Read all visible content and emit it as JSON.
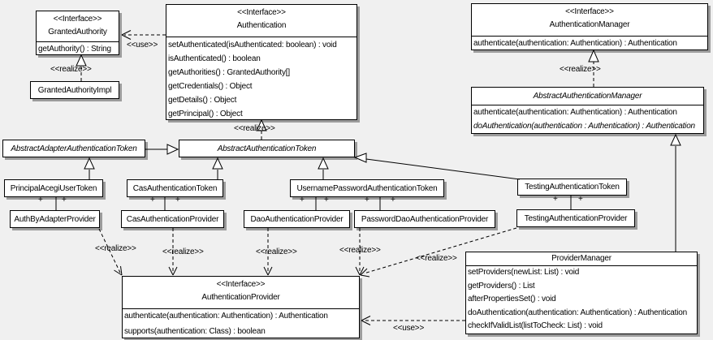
{
  "colors": {
    "background": "#f0f0f0",
    "box_fill": "#ffffff",
    "line": "#000000",
    "shadow": "#9c9c9c"
  },
  "labels": {
    "realize": "<<realize>>",
    "use": "<<use>>",
    "plus": "+"
  },
  "classes": {
    "granted_authority": {
      "stereotype": "<<Interface>>",
      "name": "GrantedAuthority",
      "methods": [
        "getAuthority() : String"
      ]
    },
    "granted_authority_impl": {
      "name": "GrantedAuthorityImpl"
    },
    "authentication": {
      "stereotype": "<<Interface>>",
      "name": "Authentication",
      "methods": [
        "setAuthenticated(isAuthenticated: boolean) : void",
        "isAuthenticated() : boolean",
        "getAuthorities() : GrantedAuthority[]",
        "getCredentials() : Object",
        "getDetails() : Object",
        "getPrincipal() : Object"
      ]
    },
    "authentication_manager": {
      "stereotype": "<<Interface>>",
      "name": "AuthenticationManager",
      "methods": [
        "authenticate(authentication: Authentication) : Authentication"
      ]
    },
    "abstract_authentication_manager": {
      "name": "AbstractAuthenticationManager",
      "methods": [
        "authenticate(authentication: Authentication) : Authentication",
        "doAuthentication(authentication : Authentication) : Authentication"
      ]
    },
    "abstract_adapter_authentication_token": {
      "name": "AbstractAdapterAuthenticationToken"
    },
    "abstract_authentication_token": {
      "name": "AbstractAuthenticationToken"
    },
    "principal_acegi_user_token": {
      "name": "PrincipalAcegiUserToken"
    },
    "cas_authentication_token": {
      "name": "CasAuthenticationToken"
    },
    "username_password_authentication_token": {
      "name": "UsernamePasswordAuthenticationToken"
    },
    "testing_authentication_token": {
      "name": "TestingAuthenticationToken"
    },
    "auth_by_adapter_provider": {
      "name": "AuthByAdapterProvider"
    },
    "cas_authentication_provider": {
      "name": "CasAuthenticationProvider"
    },
    "dao_authentication_provider": {
      "name": "DaoAuthenticationProvider"
    },
    "password_dao_authentication_provider": {
      "name": "PasswordDaoAuthenticationProvider"
    },
    "testing_authentication_provider": {
      "name": "TestingAuthenticationProvider"
    },
    "authentication_provider": {
      "stereotype": "<<Interface>>",
      "name": "AuthenticationProvider",
      "methods": [
        "authenticate(authentication: Authentication) : Authentication",
        "supports(authentication: Class) : boolean"
      ]
    },
    "provider_manager": {
      "name": "ProviderManager",
      "methods": [
        "setProviders(newList: List) : void",
        "getProviders() : List",
        "afterPropertiesSet() : void",
        "doAuthentication(authentication: Authentication) : Authentication",
        "checkIfValidList(listToCheck: List) : void"
      ]
    }
  }
}
